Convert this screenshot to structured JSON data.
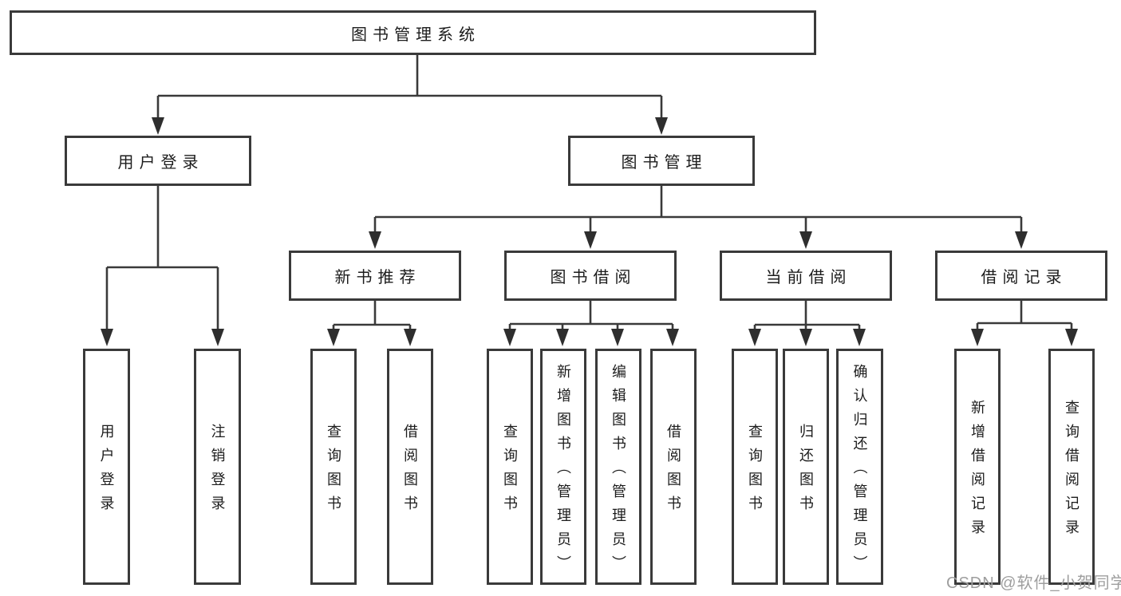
{
  "diagram": {
    "root": {
      "label": "图书管理系统"
    },
    "level2": {
      "user_login": {
        "label": "用户登录"
      },
      "book_management": {
        "label": "图书管理"
      }
    },
    "level3": {
      "new_book_recommend": {
        "label": "新书推荐"
      },
      "book_borrow": {
        "label": "图书借阅"
      },
      "current_borrow": {
        "label": "当前借阅"
      },
      "borrow_record": {
        "label": "借阅记录"
      }
    },
    "leaves": {
      "user_login": {
        "label": "用户登录"
      },
      "logout_login": {
        "label": "注销登录"
      },
      "nb_query_book": {
        "label": "查询图书"
      },
      "nb_borrow_book": {
        "label": "借阅图书"
      },
      "bb_query_book": {
        "label": "查询图书"
      },
      "bb_add_book_admin": {
        "label": "新增图书（管理员）"
      },
      "bb_edit_book_admin": {
        "label": "编辑图书（管理员）"
      },
      "bb_borrow_book": {
        "label": "借阅图书"
      },
      "cb_query_book": {
        "label": "查询图书"
      },
      "cb_return_book": {
        "label": "归还图书"
      },
      "cb_confirm_return_admin": {
        "label": "确认归还（管理员）"
      },
      "br_add_record": {
        "label": "新增借阅记录"
      },
      "br_query_record": {
        "label": "查询借阅记录"
      }
    }
  },
  "watermark": "CSDN @软件_小贺同学",
  "colors": {
    "line": "#3a3a3a",
    "arrow": "#2e2e2e",
    "text": "#1c1c1c",
    "watermark": "#9e9e9e",
    "background": "#ffffff"
  }
}
